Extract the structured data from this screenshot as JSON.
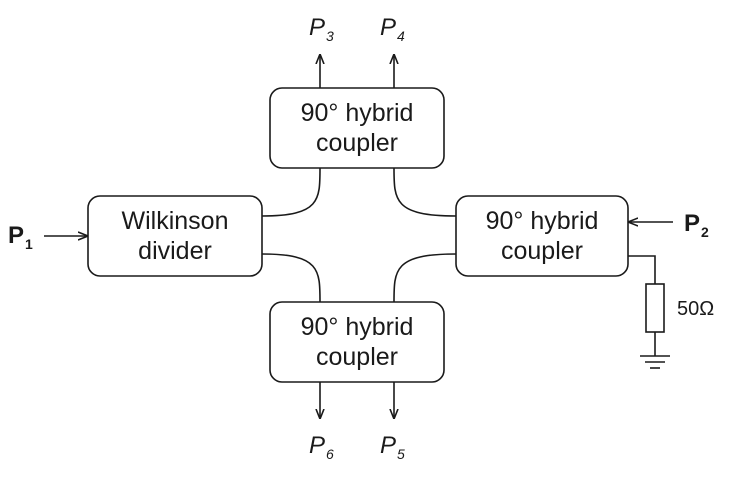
{
  "blocks": {
    "top_coupler": "90° hybrid\ncoupler",
    "right_coupler": "90° hybrid\ncoupler",
    "bottom_coupler": "90° hybrid\ncoupler",
    "wilkinson": "Wilkinson\ndivider"
  },
  "ports": {
    "p1": {
      "letter": "P",
      "sub": "1"
    },
    "p2": {
      "letter": "P",
      "sub": "2"
    },
    "p3": {
      "letter": "P",
      "sub": "3"
    },
    "p4": {
      "letter": "P",
      "sub": "4"
    },
    "p5": {
      "letter": "P",
      "sub": "5"
    },
    "p6": {
      "letter": "P",
      "sub": "6"
    }
  },
  "resistor_label": "50Ω",
  "colors": {
    "line": "#1a1a1a",
    "background": "#ffffff"
  }
}
